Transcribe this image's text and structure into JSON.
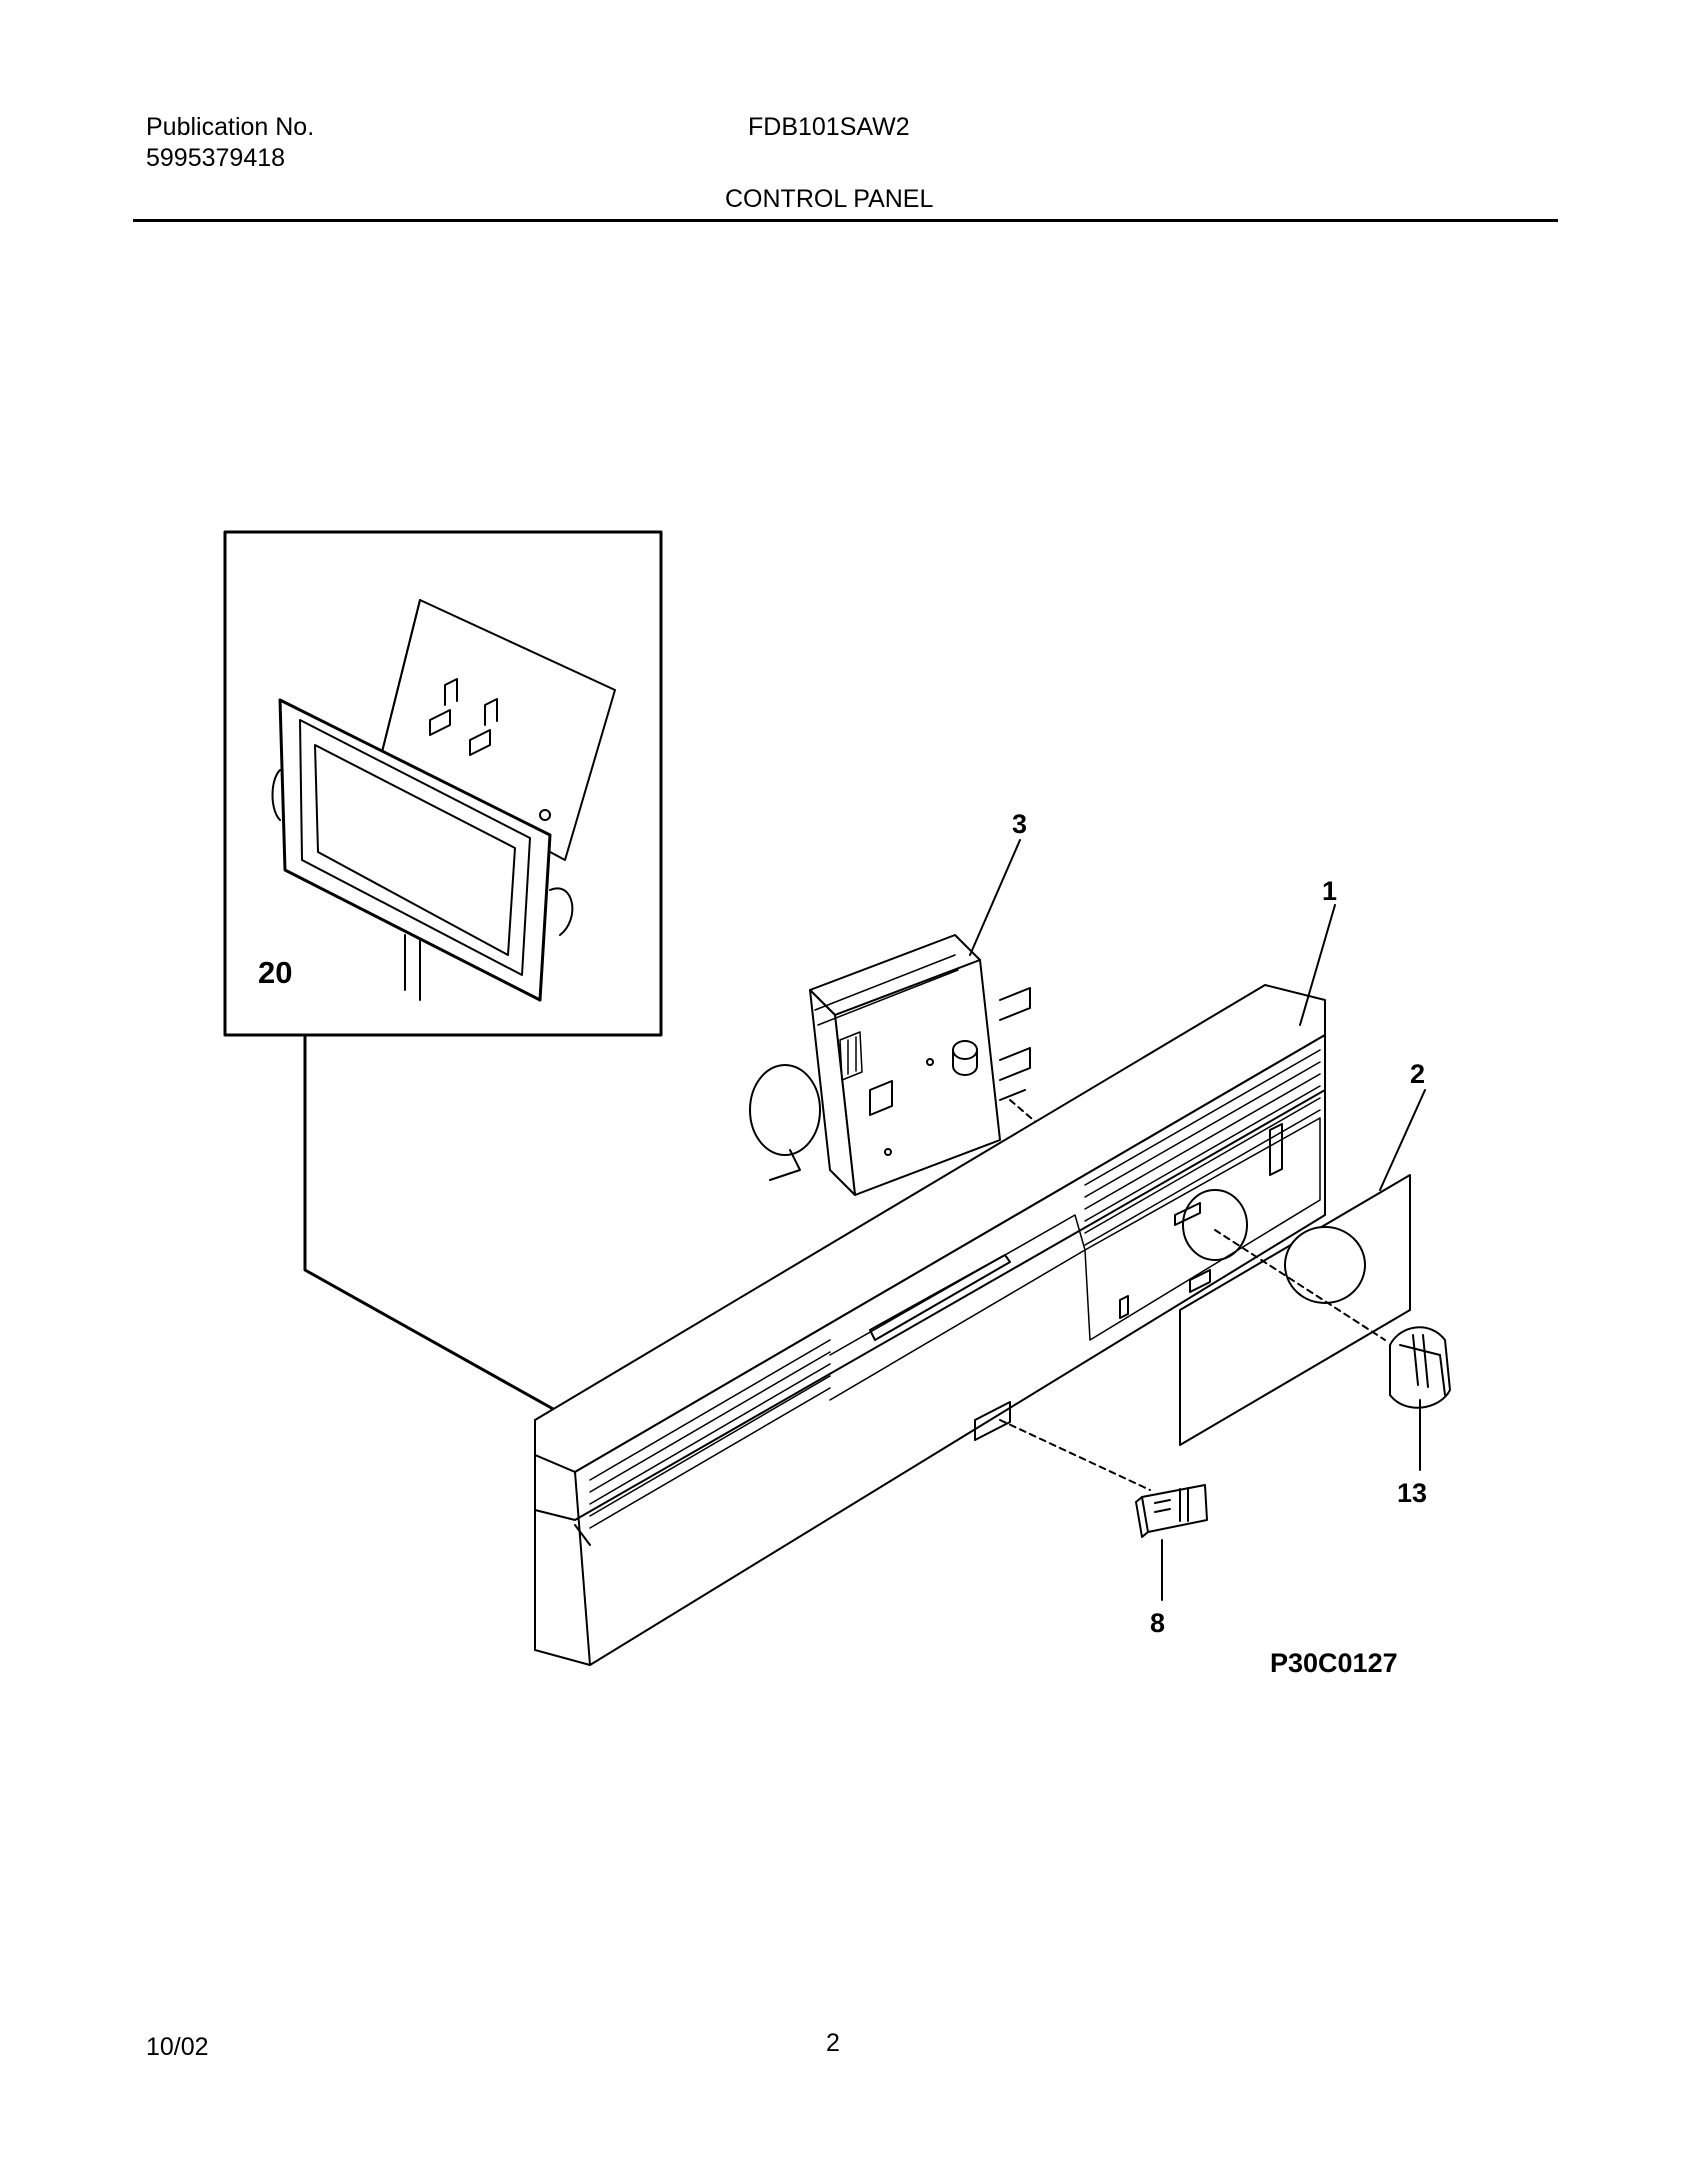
{
  "header": {
    "publication_label": "Publication No.",
    "publication_number": "5995379418",
    "model": "FDB101SAW2",
    "section_title": "CONTROL PANEL"
  },
  "diagram": {
    "callouts": {
      "part_1": "1",
      "part_2": "2",
      "part_3": "3",
      "part_8": "8",
      "part_13": "13",
      "part_20": "20"
    },
    "figure_code": "P30C0127"
  },
  "footer": {
    "date": "10/02",
    "page_number": "2"
  }
}
